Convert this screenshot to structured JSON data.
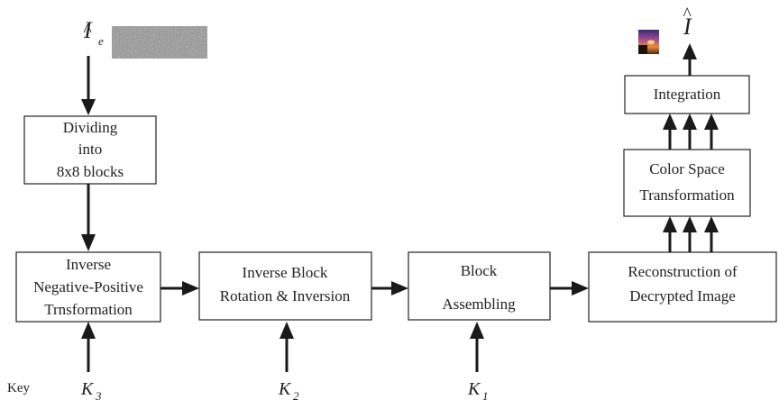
{
  "input_label": {
    "base": "I",
    "sub": "e"
  },
  "output_label": {
    "base": "I"
  },
  "blocks": {
    "dividing": [
      "Dividing",
      "into",
      "8x8 blocks"
    ],
    "inverse_np": [
      "Inverse",
      "Negative-Positive",
      "Trnsformation"
    ],
    "inverse_block": [
      "Inverse Block",
      "Rotation & Inversion"
    ],
    "block_assembling": [
      "Block",
      "Assembling"
    ],
    "reconstruction": [
      "Reconstruction of",
      "Decrypted Image"
    ],
    "color_space": [
      "Color Space",
      "Transformation"
    ],
    "integration": [
      "Integration"
    ]
  },
  "keys": {
    "word": "Key",
    "k3": {
      "base": "K",
      "sub": "3"
    },
    "k2": {
      "base": "K",
      "sub": "2"
    },
    "k1": {
      "base": "K",
      "sub": "1"
    }
  }
}
